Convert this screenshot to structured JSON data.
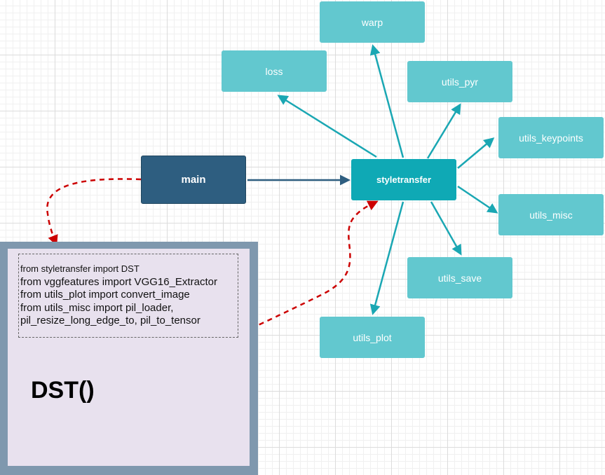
{
  "nodes": {
    "main": "main",
    "styletransfer": "styletransfer",
    "warp": "warp",
    "loss": "loss",
    "utils_pyr": "utils_pyr",
    "utils_keypoints": "utils_keypoints",
    "utils_misc": "utils_misc",
    "utils_save": "utils_save",
    "utils_plot": "utils_plot"
  },
  "code": {
    "lines": [
      "from styletransfer import DST",
      "from vggfeatures import VGG16_Extractor",
      "from utils_plot import convert_image",
      "from utils_misc import pil_loader,",
      "pil_resize_long_edge_to, pil_to_tensor"
    ],
    "call": "DST()"
  },
  "colors": {
    "module_node": "#62c8cf",
    "center_node": "#0fa9b5",
    "main_node": "#2e5e80",
    "edge": "#1aa7b3",
    "main_edge": "#2e5e80",
    "dashed_arrow": "#cc0000",
    "code_frame": "#7f98ae",
    "code_background": "#e8e1ee"
  }
}
